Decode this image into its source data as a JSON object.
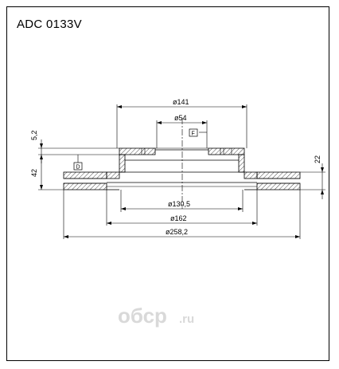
{
  "title": "ADC 0133V",
  "dimensions": {
    "d141": "ø141",
    "d54": "ø54",
    "d130_5": "ø130,5",
    "d162": "ø162",
    "d258_2": "ø258,2",
    "t5_2": "5,2",
    "t42": "42",
    "t22": "22"
  },
  "datums": {
    "f": "F",
    "d": "D"
  },
  "watermark": {
    "text": "oбсp",
    "suffix": ".ru"
  },
  "colors": {
    "line": "#000000",
    "watermark": "#d9d9d9"
  }
}
